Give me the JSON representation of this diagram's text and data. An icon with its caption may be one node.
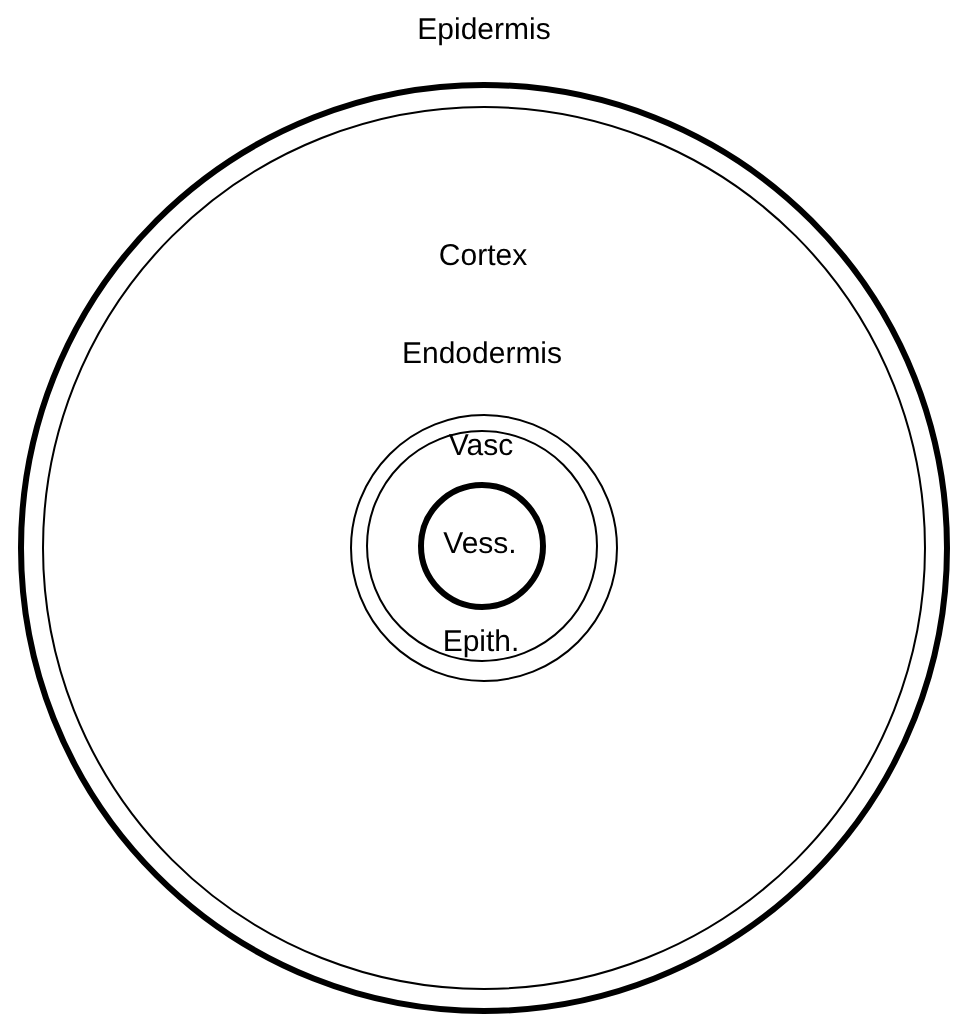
{
  "diagram": {
    "nodes": [
      {
        "text": [
          "Epidermis"
        ]
      },
      {
        "text": [
          "Cortex"
        ],
        "in": 0
      },
      {
        "text": [
          "Endodermis"
        ],
        "in": 1
      },
      {
        "text": [
          "Vasc",
          "Epith."
        ],
        "in": 2
      },
      {
        "text": [
          "Vess."
        ],
        "in": 3
      }
    ]
  }
}
